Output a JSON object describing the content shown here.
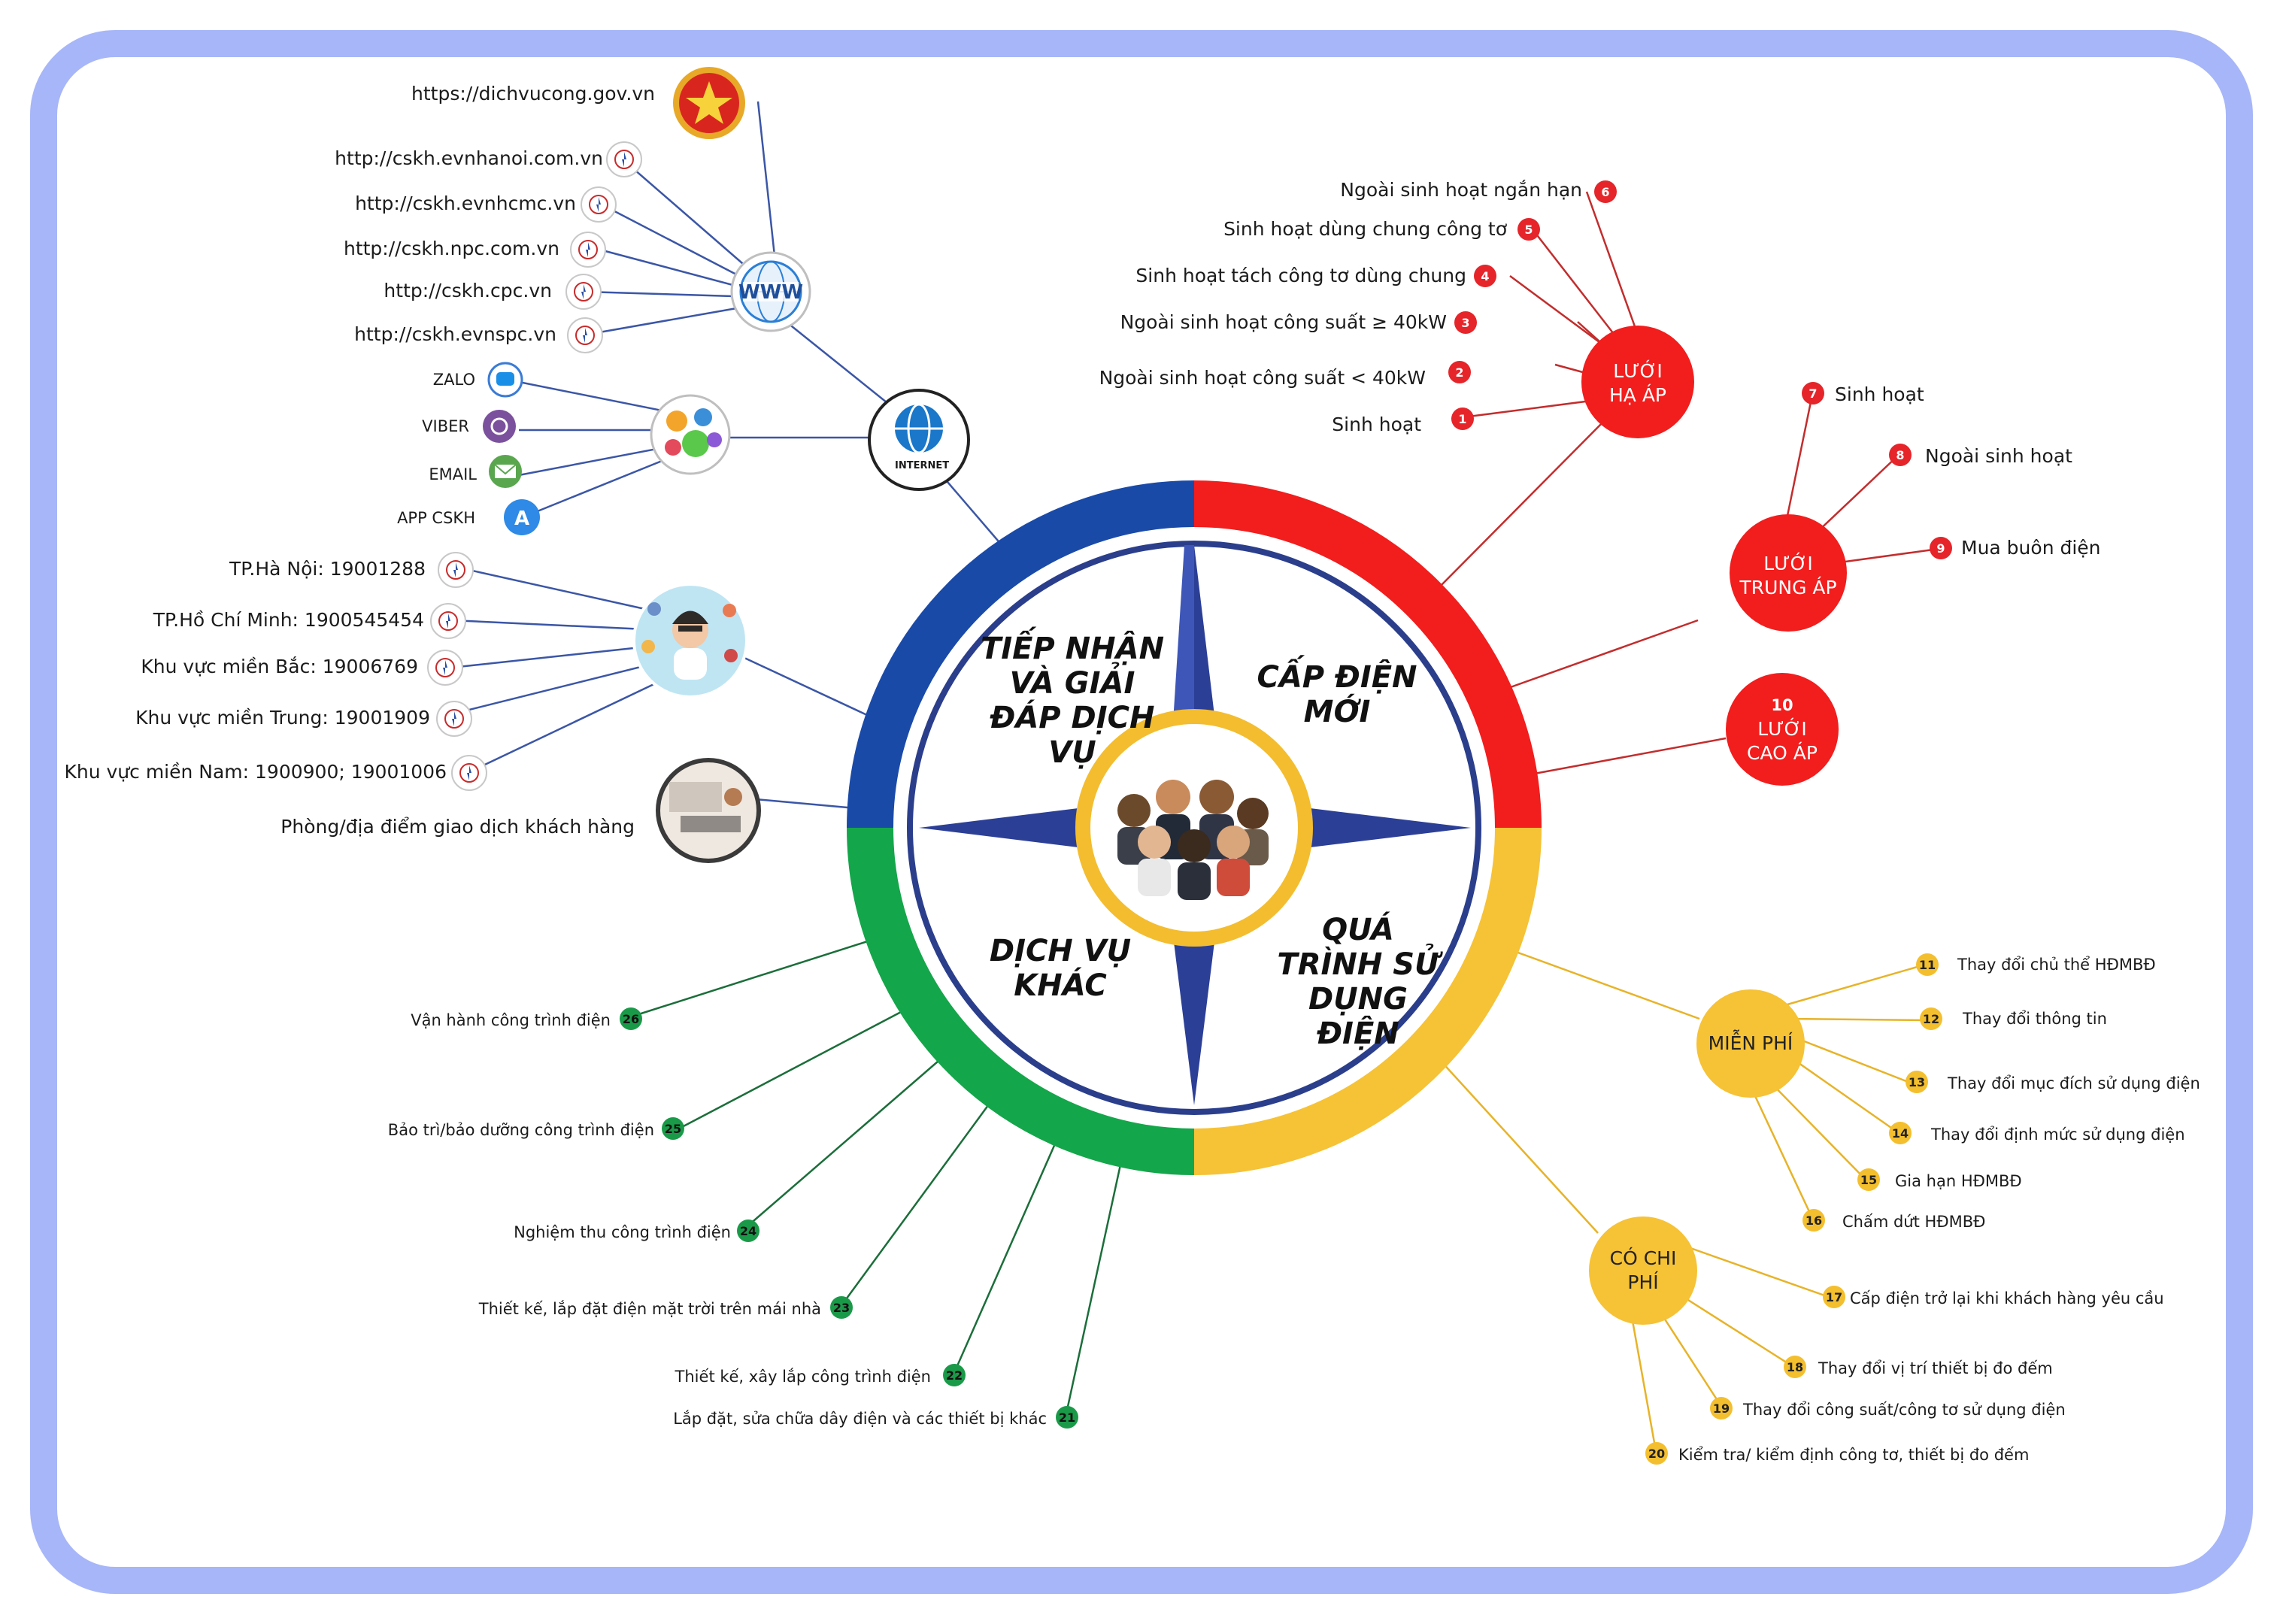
{
  "center": {
    "quadrants": {
      "top_left": "TIẾP NHẬN VÀ GIẢI ĐÁP DỊCH VỤ",
      "top_right": "CẤP ĐIỆN MỚI",
      "bottom_right": "QUÁ TRÌNH SỬ DỤNG ĐIỆN",
      "bottom_left": "DỊCH VỤ KHÁC"
    }
  },
  "left": {
    "gov_url": "https://dichvucong.gov.vn",
    "websites": [
      "http://cskh.evnhanoi.com.vn",
      "http://cskh.evnhcmc.vn",
      "http://cskh.npc.com.vn",
      "http://cskh.cpc.vn",
      "http://cskh.evnspc.vn"
    ],
    "www_label": "WWW",
    "apps": [
      "ZALO",
      "VIBER",
      "EMAIL",
      "APP CSKH"
    ],
    "internet_label": "INTERNET",
    "hotlines": [
      "TP.Hà Nội: 19001288",
      "TP.Hồ Chí Minh: 1900545454",
      "Khu vực miền Bắc: 19006769",
      "Khu vực miền Trung: 19001909",
      "Khu vực miền Nam: 1900900; 19001006"
    ],
    "office": "Phòng/địa điểm giao dịch khách hàng"
  },
  "new_supply": {
    "ha_ap": {
      "hub": "LƯỚI HẠ ÁP",
      "items": [
        {
          "n": "6",
          "text": "Ngoài sinh hoạt ngắn hạn"
        },
        {
          "n": "5",
          "text": "Sinh hoạt dùng chung công tơ"
        },
        {
          "n": "4",
          "text": "Sinh hoạt tách công tơ dùng chung"
        },
        {
          "n": "3",
          "text": "Ngoài sinh hoạt công suất ≥ 40kW"
        },
        {
          "n": "2",
          "text": "Ngoài sinh hoạt công suất < 40kW"
        },
        {
          "n": "1",
          "text": "Sinh hoạt"
        }
      ]
    },
    "trung_ap": {
      "hub": "LƯỚI TRUNG ÁP",
      "items": [
        {
          "n": "7",
          "text": "Sinh hoạt"
        },
        {
          "n": "8",
          "text": "Ngoài sinh hoạt"
        },
        {
          "n": "9",
          "text": "Mua buôn điện"
        }
      ]
    },
    "cao_ap": {
      "n": "10",
      "hub": "LƯỚI CAO ÁP"
    }
  },
  "usage": {
    "free": {
      "hub": "MIỄN PHÍ",
      "items": [
        {
          "n": "11",
          "text": "Thay đổi chủ thể HĐMBĐ"
        },
        {
          "n": "12",
          "text": "Thay đổi thông tin"
        },
        {
          "n": "13",
          "text": "Thay đổi mục đích sử dụng điện"
        },
        {
          "n": "14",
          "text": "Thay đổi định mức sử dụng điện"
        },
        {
          "n": "15",
          "text": "Gia hạn HĐMBĐ"
        },
        {
          "n": "16",
          "text": "Chấm dứt HĐMBĐ"
        }
      ]
    },
    "paid": {
      "hub": "CÓ CHI PHÍ",
      "items": [
        {
          "n": "17",
          "text": "Cấp điện trở lại khi khách hàng yêu cầu"
        },
        {
          "n": "18",
          "text": "Thay đổi vị trí thiết bị đo đếm"
        },
        {
          "n": "19",
          "text": "Thay đổi công suất/công tơ sử dụng điện"
        },
        {
          "n": "20",
          "text": "Kiểm tra/ kiểm định công tơ, thiết bị đo đếm"
        }
      ]
    }
  },
  "other": {
    "items": [
      {
        "n": "26",
        "text": "Vận hành công trình điện"
      },
      {
        "n": "25",
        "text": "Bảo trì/bảo dưỡng công trình điện"
      },
      {
        "n": "24",
        "text": "Nghiệm thu công trình điện"
      },
      {
        "n": "23",
        "text": "Thiết kế, lắp đặt điện mặt trời trên mái nhà"
      },
      {
        "n": "22",
        "text": "Thiết kế, xây lắp công trình điện"
      },
      {
        "n": "21",
        "text": "Lắp đặt, sửa chữa dây điện và các thiết bị khác"
      }
    ]
  },
  "colors": {
    "frame": "#a7b6f8",
    "red": "#f21d1d",
    "yellow": "#f6c236",
    "green": "#14a64a",
    "blue": "#1a4aa8"
  },
  "icons": {
    "emblem": "vietnam-emblem-icon",
    "evn": "evn-logo-icon",
    "www": "www-globe-icon",
    "internet": "internet-globe-icon",
    "apps": [
      "zalo-icon",
      "viber-icon",
      "email-icon",
      "app-store-icon"
    ],
    "hotline": "call-center-icon",
    "office": "office-desk-icon",
    "people": "people-group-icon"
  }
}
